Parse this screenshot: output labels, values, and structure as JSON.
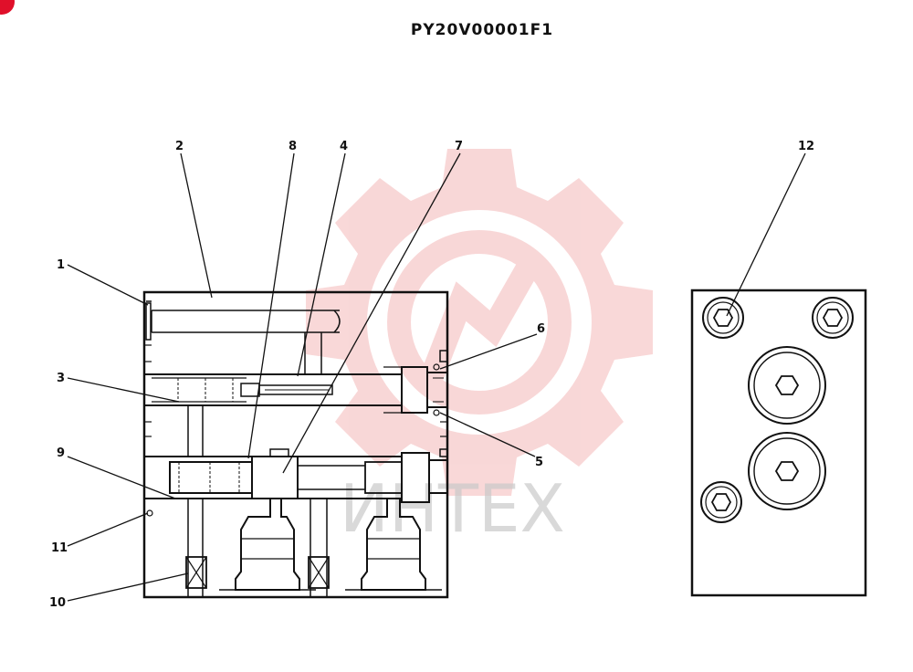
{
  "drawing": {
    "title": "PY20V00001F1",
    "watermark_text": "ИНТЕХ",
    "callouts": [
      "1",
      "2",
      "3",
      "4",
      "5",
      "6",
      "7",
      "8",
      "9",
      "10",
      "11",
      "12"
    ]
  },
  "colors": {
    "line": "#111111",
    "watermark_gear": "#f4b8b8",
    "watermark_text": "#c9c9c9",
    "corner_badge": "#e0102a"
  }
}
